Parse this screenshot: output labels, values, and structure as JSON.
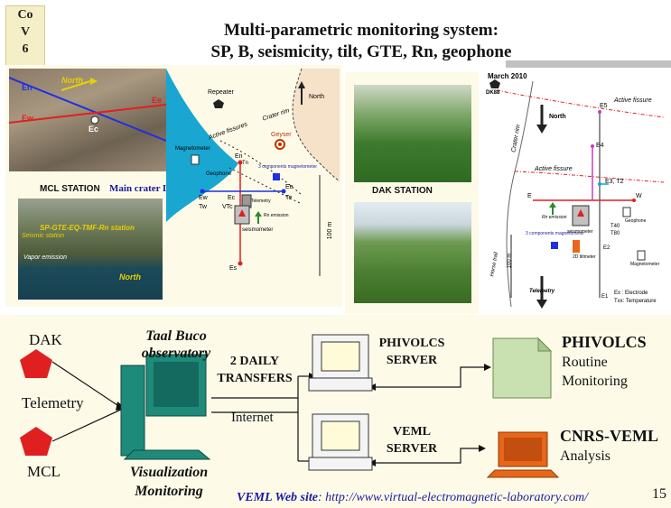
{
  "slide": {
    "badge": [
      "Co",
      "V",
      "6"
    ],
    "title_line1": "Multi-parametric monitoring system:",
    "title_line2": "SP, B, seismicity, tilt, GTE, Rn, geophone",
    "page_number": "15"
  },
  "mcl": {
    "photo_labels": {
      "north": "North",
      "ec": "Ec",
      "ew": "Ew",
      "ee": "Ee",
      "en": "En"
    },
    "station_label": "MCL STATION",
    "lake_label": "Main crater Lake",
    "photo2_labels": {
      "title": "SP-GTE-EQ-TMF-Rn station",
      "seismic": "Seismic station",
      "vapor": "Vapor emission",
      "north": "North"
    },
    "map_labels": {
      "repeater": "Repeater",
      "north": "North",
      "crater_rim": "Crater rim",
      "active_fissures": "Active fissures",
      "magnetometer": "Magnetometer",
      "geyser": "Geyser",
      "geophone": "Geophone",
      "en": "En",
      "tn": "Tn",
      "three_comp": "3 components magnetometer",
      "ew": "Ew",
      "tw": "Tw",
      "ec": "Ec",
      "vtc": "VTc",
      "ee": "Ee",
      "te": "Te",
      "telemetry": "Telemetry",
      "rn": "Rn emission",
      "seismometer": "seismometer",
      "es": "Es",
      "scale": "100 m"
    }
  },
  "dak": {
    "station_label": "DAK STATION",
    "map_labels": {
      "date": "March 2010",
      "dk88": "DK88",
      "active_fissure1": "Active fissure",
      "active_fissure2": "Active fissure",
      "crater_rim": "Crater rim",
      "north": "North",
      "e5": "E5",
      "e4": "E4",
      "e3t2": "E3, T2",
      "e": "E",
      "w": "W",
      "rn": "Rn emission",
      "t40": "T40",
      "t80": "T80",
      "geophone": "Geophone",
      "three_comp": "3 components magnetometer",
      "seismometer": "seismometer",
      "e2": "E2",
      "tiltmeter": "2D tiltmeter",
      "magnetometer": "Magnetometer",
      "horse_trail": "Horse trail",
      "scale": "100 m",
      "telemetry": "Telemetry",
      "e1": "E1",
      "legend1": "Ex : Electrode",
      "legend2": "Txx: Temperature"
    }
  },
  "network": {
    "dak": "DAK",
    "telemetry": "Telemetry",
    "mcl": "MCL",
    "observatory": "Taal Buco observatory",
    "transfers_line1": "2 DAILY",
    "transfers_line2": "TRANSFERS",
    "internet": "Internet",
    "visualization_line1": "Visualization",
    "visualization_line2": "Monitoring",
    "phivolcs_server_line1": "PHIVOLCS",
    "phivolcs_server_line2": "SERVER",
    "veml_server_line1": "VEML",
    "veml_server_line2": "SERVER",
    "phivolcs_title": "PHIVOLCS",
    "phivolcs_sub1": "Routine",
    "phivolcs_sub2": "Monitoring",
    "cnrs_title": "CNRS-VEML",
    "cnrs_sub": "Analysis",
    "website_prefix": "VEML Web site",
    "website_url": ": http://www.virtual-electromagnetic-laboratory.com/"
  },
  "colors": {
    "station_pentagon": "#e02020",
    "observatory_pc": "#1e8a7a",
    "phivolcs_doc": "#c9e0b0",
    "veml_pc": "#e8661a",
    "link_blue": "#1a1aa0"
  }
}
